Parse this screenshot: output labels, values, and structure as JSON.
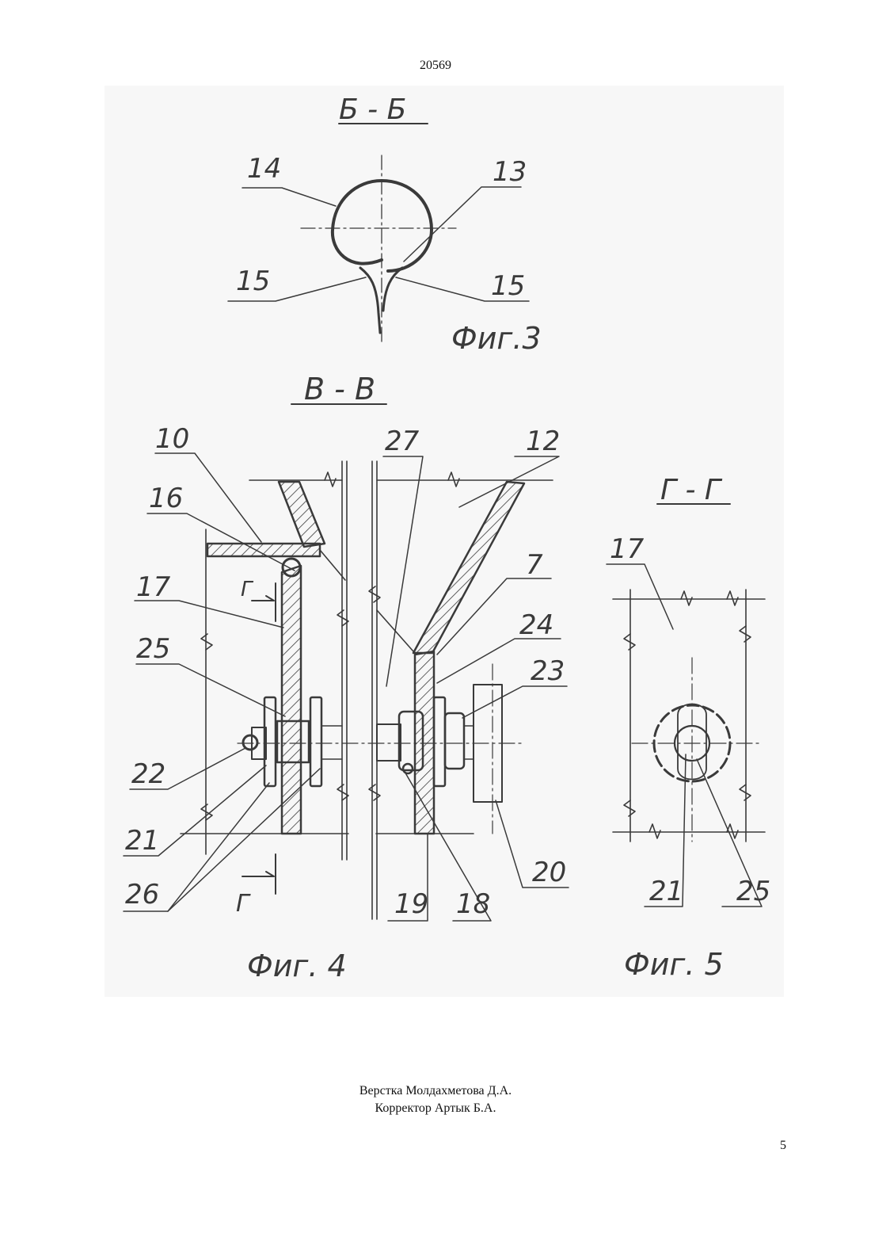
{
  "document": {
    "patent_number": "20569",
    "page_number": "5",
    "credits": {
      "layout": "Верстка Молдахметова Д.А.",
      "corrector": "Корректор Артык Б.А."
    }
  },
  "figures": {
    "fig3": {
      "section_label": "Б - Б",
      "caption": "Фиг.3",
      "callouts": [
        "14",
        "13",
        "15",
        "15"
      ]
    },
    "fig4": {
      "section_label": "В - В",
      "caption": "Фиг. 4",
      "section_marker": "Г",
      "callouts": [
        "10",
        "27",
        "12",
        "16",
        "7",
        "17",
        "24",
        "25",
        "23",
        "22",
        "21",
        "26",
        "20",
        "19",
        "18"
      ]
    },
    "fig5": {
      "section_label": "Г - Г",
      "caption": "Фиг. 5",
      "callouts": [
        "17",
        "21",
        "25"
      ]
    }
  },
  "colors": {
    "ink": "#3a3a3a",
    "text": "#111111",
    "paper": "#ffffff",
    "scan_tint": "#f6f6f6"
  }
}
